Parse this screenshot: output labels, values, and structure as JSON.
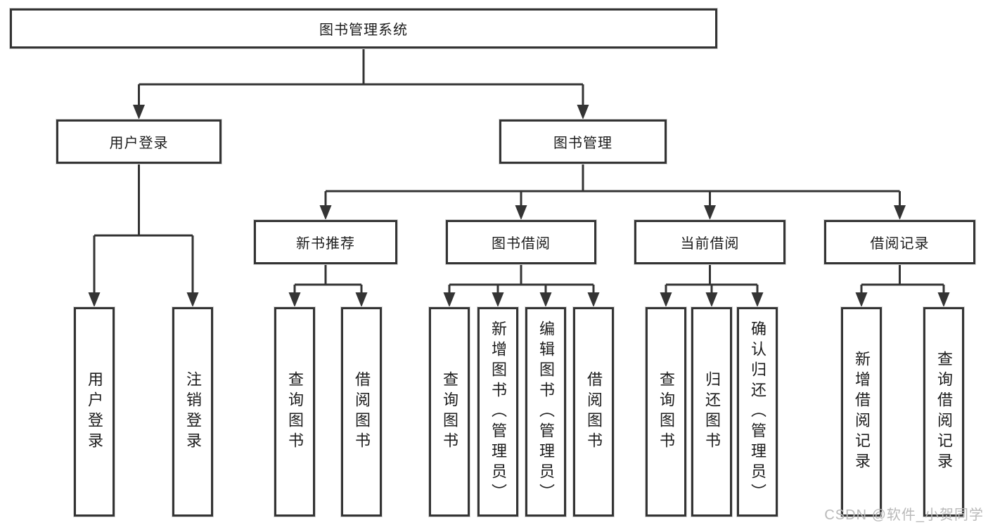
{
  "diagram": {
    "root": {
      "label": "图书管理系统"
    },
    "branches": [
      {
        "label": "用户登录",
        "leaves": [
          "用户登录",
          "注销登录"
        ]
      },
      {
        "label": "图书管理",
        "sections": [
          {
            "label": "新书推荐",
            "leaves": [
              "查询图书",
              "借阅图书"
            ]
          },
          {
            "label": "图书借阅",
            "leaves": [
              "查询图书",
              "新增图书（管理员）",
              "编辑图书（管理员）",
              "借阅图书"
            ]
          },
          {
            "label": "当前借阅",
            "leaves": [
              "查询图书",
              "归还图书",
              "确认归还（管理员）"
            ]
          },
          {
            "label": "借阅记录",
            "leaves": [
              "新增借阅记录",
              "查询借阅记录"
            ]
          }
        ]
      }
    ]
  },
  "watermark": {
    "text": "CSDN @软件_小贺同学"
  },
  "colors": {
    "line": "#343434",
    "box_border": "#343434",
    "text": "#1c1c1c",
    "watermark": "#b9b9b9",
    "background": "#ffffff"
  }
}
